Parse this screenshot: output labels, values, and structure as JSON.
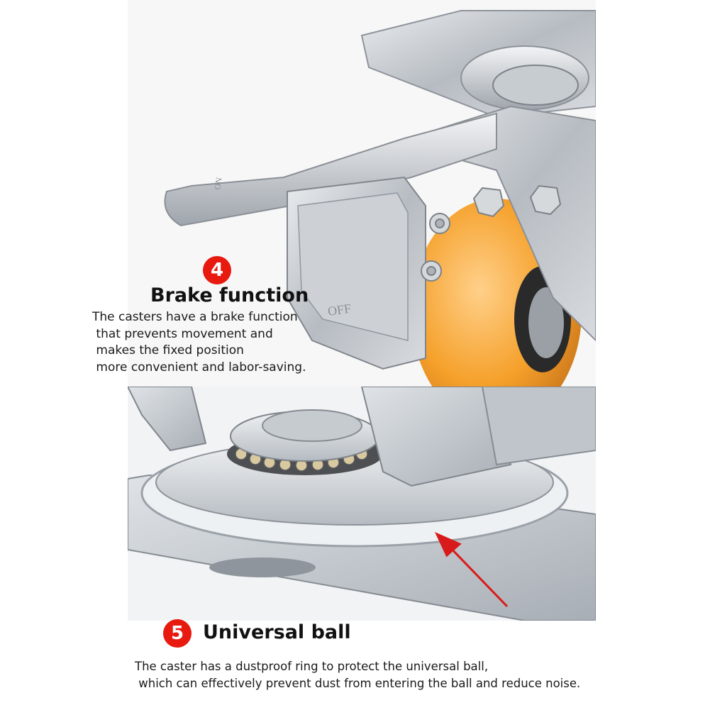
{
  "sections": {
    "brake": {
      "number": "4",
      "title": "Brake function",
      "lines": [
        "The casters have a brake function",
        " that prevents movement and",
        " makes the fixed position",
        " more convenient and labor-saving."
      ],
      "pedal_marks": [
        "ON",
        "OFF"
      ]
    },
    "ball": {
      "number": "5",
      "title": "Universal ball",
      "lines": [
        "The caster has a dustproof ring to protect the universal ball,",
        " which can effectively prevent dust from entering the ball and reduce noise."
      ]
    }
  },
  "colors": {
    "badge": "#e8190f",
    "wheel": "#f5a02a",
    "arrow": "#d91a1a",
    "steel": "#c9cdd2"
  },
  "icons": {
    "badge_shape": "red-circle",
    "arrow": "red-pointer-arrow"
  }
}
